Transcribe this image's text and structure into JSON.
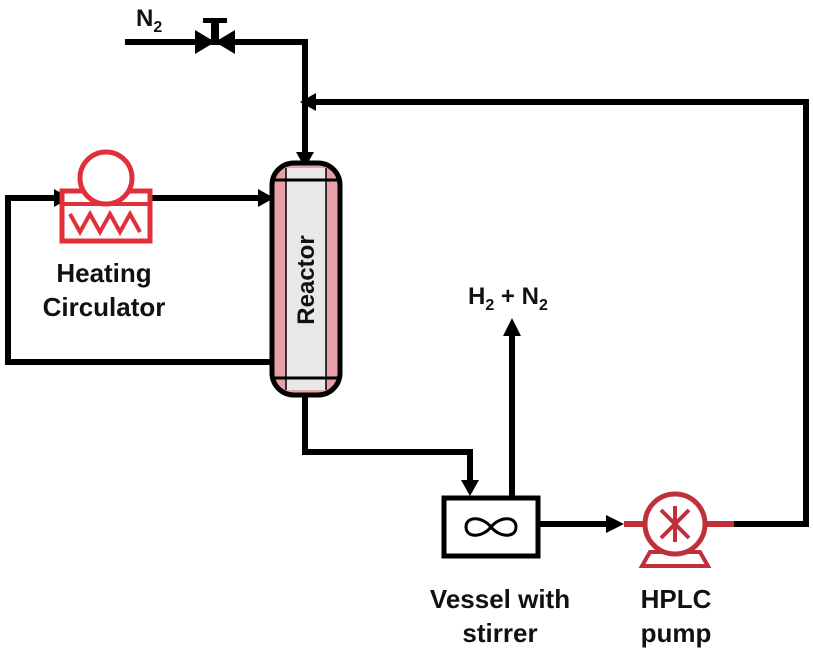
{
  "labels": {
    "n2_symbol": "N",
    "n2_subscript": "2",
    "h2_symbol": "H",
    "h2_subscript": "2",
    "plus": " + N",
    "product_n2_subscript": "2",
    "heating_line1": "Heating",
    "heating_line2": "Circulator",
    "reactor": "Reactor",
    "vessel_line1": "Vessel with",
    "vessel_line2": "stirrer",
    "pump_line1": "HPLC",
    "pump_line2": "pump"
  },
  "colors": {
    "equipment_red": "#e0303a",
    "reactor_stripe": "#e8a0a8",
    "pump_red": "#c0303a",
    "line": "#000000"
  }
}
